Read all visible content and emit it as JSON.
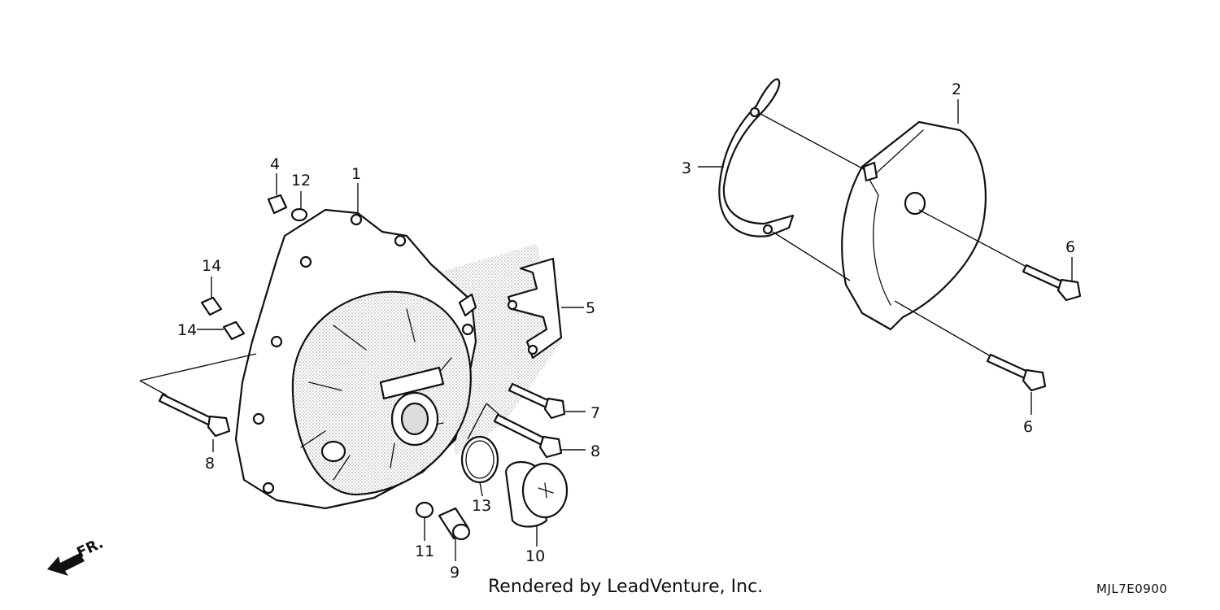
{
  "callouts": {
    "c1": "1",
    "c2": "2",
    "c3": "3",
    "c4": "4",
    "c5": "5",
    "c6a": "6",
    "c6b": "6",
    "c7": "7",
    "c8a": "8",
    "c8b": "8",
    "c9": "9",
    "c10": "10",
    "c11": "11",
    "c12": "12",
    "c13": "13",
    "c14a": "14",
    "c14b": "14"
  },
  "direction_label": "FR.",
  "footer": {
    "credit": "Rendered by LeadVenture, Inc.",
    "diagram_code": "MJL7E0900"
  }
}
